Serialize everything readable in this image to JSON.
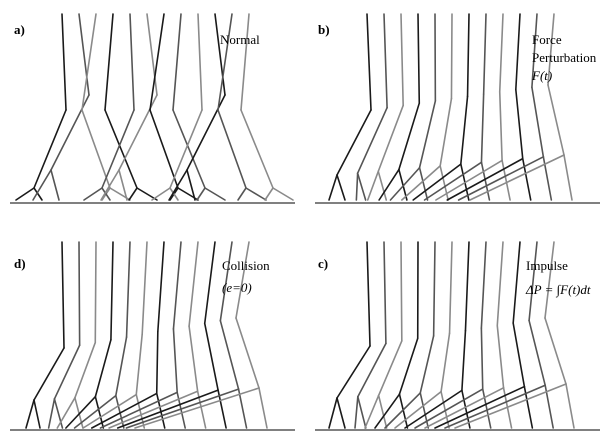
{
  "figure": {
    "panels": [
      {
        "letter": "a)",
        "caption_lines": [
          "Normal"
        ],
        "legs": 12
      },
      {
        "letter": "b)",
        "caption_lines": [
          "Force",
          "Perturbation",
          "F(t)"
        ],
        "legs": 12
      },
      {
        "letter": "d)",
        "caption_lines": [
          "Collision",
          "(e=0)"
        ],
        "legs": 12
      },
      {
        "letter": "c)",
        "caption_lines": [
          "Impulse",
          "ΔP = ∫F(t)dt"
        ],
        "legs": 12
      }
    ],
    "colors": {
      "dark": "#1a1a1a",
      "mid": "#555555",
      "light": "#8a8a8a",
      "ground": "#000000"
    }
  }
}
